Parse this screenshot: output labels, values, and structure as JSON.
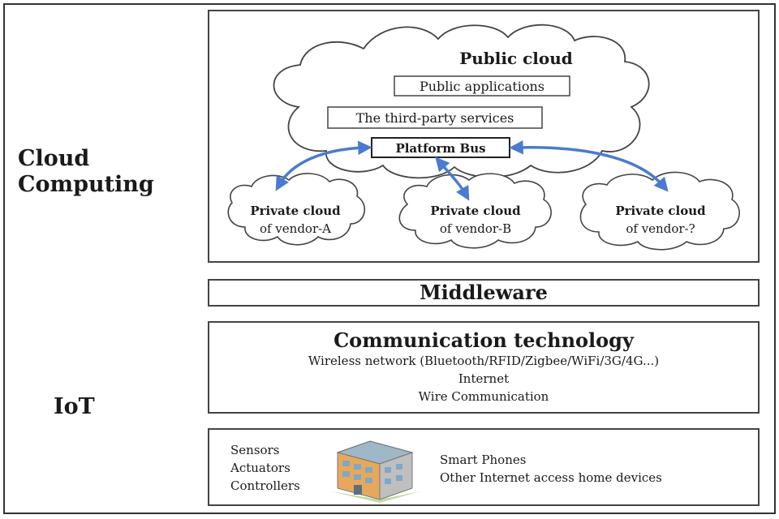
{
  "labels": {
    "cloud_computing_line1": "Cloud",
    "cloud_computing_line2": "Computing",
    "iot": "IoT"
  },
  "cloud": {
    "public_cloud": "Public cloud",
    "public_applications": "Public applications",
    "third_party_services": "The third-party services",
    "platform_bus": "Platform Bus",
    "private_clouds": [
      {
        "line1": "Private cloud",
        "line2": "of vendor-A"
      },
      {
        "line1": "Private cloud",
        "line2": "of vendor-B"
      },
      {
        "line1": "Private cloud",
        "line2": "of vendor-?"
      }
    ]
  },
  "middleware": "Middleware",
  "communication": {
    "title": "Communication technology",
    "lines": [
      "Wireless network (Bluetooth/RFID/Zigbee/WiFi/3G/4G...)",
      "Internet",
      "Wire Communication"
    ]
  },
  "devices": {
    "left": [
      "Sensors",
      "Actuators",
      "Controllers"
    ],
    "right": [
      "Smart Phones",
      "Other Internet access home devices"
    ],
    "building_icon": "building-icon"
  },
  "colors": {
    "arrow": "#4a7bd0",
    "building_wall": "#e8a85c",
    "building_side": "#bfbfbf",
    "building_window": "#7fa8c8"
  }
}
